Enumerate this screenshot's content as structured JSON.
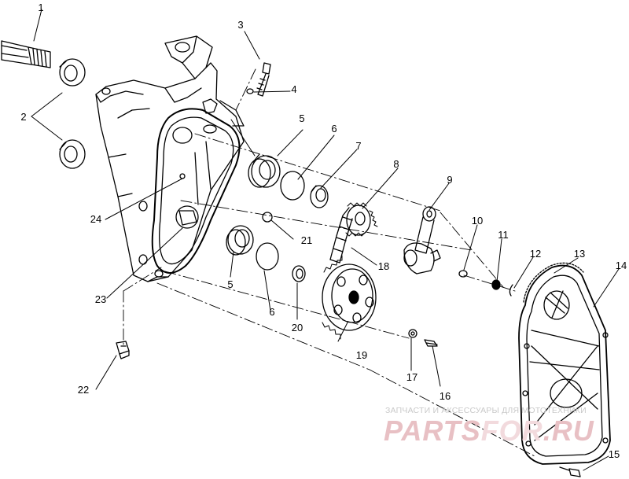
{
  "callouts": [
    "1",
    "2",
    "3",
    "4",
    "5",
    "6",
    "7",
    "8",
    "9",
    "10",
    "11",
    "12",
    "13",
    "14",
    "15",
    "16",
    "17",
    "18",
    "19",
    "20",
    "21",
    "22",
    "23",
    "24"
  ],
  "watermark": {
    "caption": "ЗАПЧАСТИ И АКСЕССУАРЫ ДЛЯ МОТОТЕХНИКИ",
    "brand_part1": "PARTS",
    "brand_part2": "FOR",
    "brand_part3": ".RU",
    "colors": {
      "primary": "#e8c0c4",
      "accent": "#f2dadd"
    }
  }
}
